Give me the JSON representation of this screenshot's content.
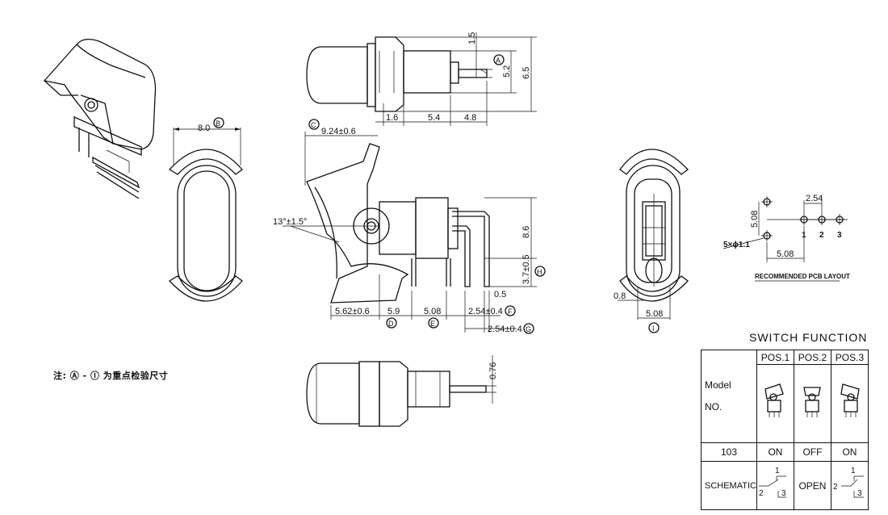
{
  "top_view": {
    "dims": [
      "1.5",
      "5.2",
      "6.5",
      "1.6",
      "5.4",
      "4.8"
    ],
    "circle_label": "A"
  },
  "front_view": {
    "width_dim": "8.0",
    "circle_label": "B"
  },
  "side_view": {
    "c_label": "C",
    "c_dim": "9.24±0.6",
    "angle": "13°±1.5°",
    "height_dim": "8.6",
    "h_dim": "3.7±0.5",
    "h_label": "H",
    "pin_dim": "0.5",
    "bottom_dims": [
      "5.62±0.6",
      "5.9",
      "5.08",
      "2.54±0.4",
      "2.54±0.4"
    ],
    "bottom_labels": [
      "D",
      "E",
      "F",
      "G"
    ]
  },
  "rear_view": {
    "dims": [
      "0.8",
      "5.08"
    ],
    "circle_label": "I"
  },
  "bottom_view": {
    "dim": "0.76"
  },
  "pcb_layout": {
    "dims": [
      "2.54",
      "5.08",
      "5.08"
    ],
    "hole_label": "5×ϕ1.1",
    "pin_numbers": [
      "1",
      "2",
      "3"
    ],
    "title": "RECOMMENDED PCB LAYOUT"
  },
  "note": "注: Ⓐ - Ⓘ 为重点检验尺寸",
  "switch_function": {
    "title": "SWITCH FUNCTION",
    "model_label_1": "Model",
    "model_label_2": "NO.",
    "positions": [
      "POS.1",
      "POS.2",
      "POS.3"
    ],
    "model_no": "103",
    "states": [
      "ON",
      "OFF",
      "ON"
    ],
    "schematic_label": "SCHEMATIC",
    "schematic_middle": "OPEN",
    "schematic_pins": [
      "1",
      "2",
      "3"
    ]
  }
}
